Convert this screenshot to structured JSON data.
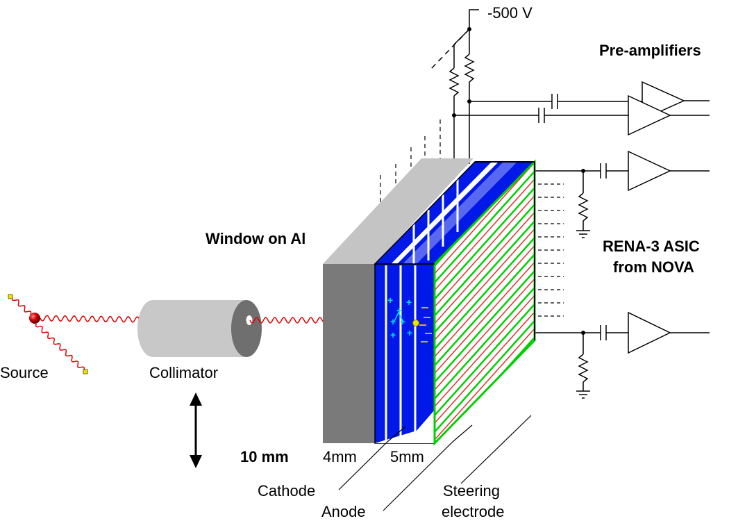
{
  "labels": {
    "voltage": "-500 V",
    "preamplifiers": "Pre-amplifiers",
    "window": "Window on Al",
    "asic_line1": "RENA-3 ASIC",
    "asic_line2": "from NOVA",
    "source": "Source",
    "collimator": "Collimator",
    "dim_10mm": "10 mm",
    "dim_4mm": "4mm",
    "dim_5mm": "5mm",
    "cathode": "Cathode",
    "anode": "Anode",
    "steering_line1": "Steering",
    "steering_line2": "electrode"
  },
  "colors": {
    "cathode_blue": "#0018e8",
    "window_gray": "#7a7a7a",
    "window_top": "#c4c4c4",
    "collimator": "#c8c8c8",
    "photon_red": "#e00000",
    "steering_green": "#00d000",
    "steering_red": "#e03030",
    "charge_cyan": "#00e0ff",
    "source_marker": "#e8e800"
  },
  "icons": [
    "source-ball",
    "photon-wave",
    "double-arrow-icon",
    "resistor-icon",
    "capacitor-icon",
    "ground-icon",
    "amplifier-triangle-icon"
  ]
}
